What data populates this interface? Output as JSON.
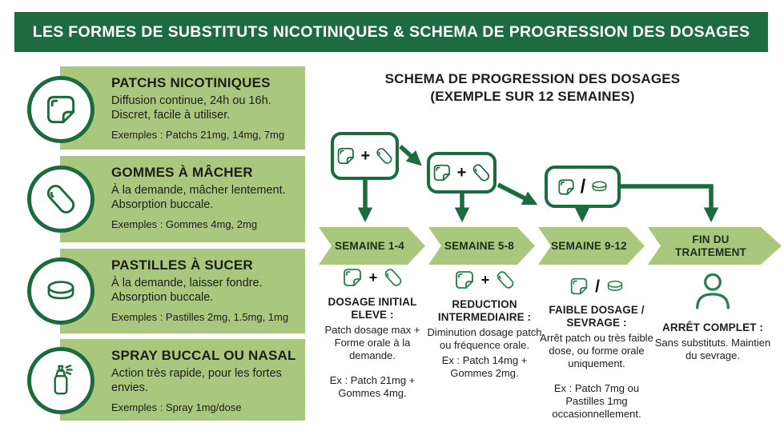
{
  "colors": {
    "dark_green": "#1e6b41",
    "stroke_green": "#1a6b3e",
    "light_green": "#aac87d",
    "text": "#1d1d1b"
  },
  "banner": {
    "title": "LES FORMES DE SUBSTITUTS NICOTINIQUES & SCHEMA DE PROGRESSION DES DOSAGES"
  },
  "products": [
    {
      "icon": "patch-icon",
      "title": "PATCHS NICOTINIQUES",
      "desc": "Diffusion continue, 24h ou 16h. Discret, facile à utiliser.",
      "examples": "Exemples : Patchs 21mg, 14mg, 7mg"
    },
    {
      "icon": "gum-icon",
      "title": "GOMMES À MÂCHER",
      "desc": "À la demande, mâcher lentement. Absorption buccale.",
      "examples": "Exemples : Gommes 4mg, 2mg"
    },
    {
      "icon": "lozenge-icon",
      "title": "PASTILLES À SUCER",
      "desc": "À la demande, laisser fondre. Absorption buccale.",
      "examples": "Exemples : Pastilles 2mg, 1.5mg, 1mg"
    },
    {
      "icon": "spray-icon",
      "title": "SPRAY BUCCAL OU NASAL",
      "desc": "Action très rapide, pour les fortes envies.",
      "examples": "Exemples : Spray 1mg/dose"
    }
  ],
  "symbols": {
    "plus": "+",
    "slash": "/"
  },
  "schema": {
    "title_line1": "SCHEMA DE PROGRESSION DES DOSAGES",
    "title_line2": "(EXEMPLE SUR 12 SEMAINES)",
    "flow_boxes": [
      {
        "icons": [
          "patch-icon",
          "plus",
          "gum-icon"
        ]
      },
      {
        "icons": [
          "patch-icon",
          "plus",
          "gum-icon"
        ]
      },
      {
        "icons": [
          "patch-icon",
          "slash",
          "lozenge-icon"
        ]
      }
    ],
    "timeline": [
      "SEMAINE 1-4",
      "SEMAINE 5-8",
      "SEMAINE 9-12",
      "FIN DU TRAITEMENT"
    ],
    "stages": [
      {
        "icons": [
          "patch-icon",
          "plus",
          "gum-icon"
        ],
        "heading": "DOSAGE INITIAL ELEVE :",
        "body": "Patch dosage max + Forme orale à la demande.",
        "example": "Ex : Patch 21mg + Gommes 4mg."
      },
      {
        "icons": [
          "patch-icon",
          "plus",
          "gum-icon"
        ],
        "heading": "REDUCTION INTERMEDIAIRE :",
        "body": "Diminution dosage patch ou fréquence orale.",
        "example": "Ex : Patch 14mg + Gommes 2mg."
      },
      {
        "icons": [
          "patch-icon",
          "slash",
          "lozenge-icon"
        ],
        "heading": "FAIBLE DOSAGE / SEVRAGE :",
        "body": "Arrêt patch ou très faible dose, ou forme orale uniquement.",
        "example": "Ex : Patch 7mg ou Pastilles 1mg occasionnellement."
      },
      {
        "icons": [
          "person-icon"
        ],
        "heading": "ARRÊT COMPLET :",
        "body": "Sans substituts. Maintien du sevrage.",
        "example": ""
      }
    ]
  }
}
